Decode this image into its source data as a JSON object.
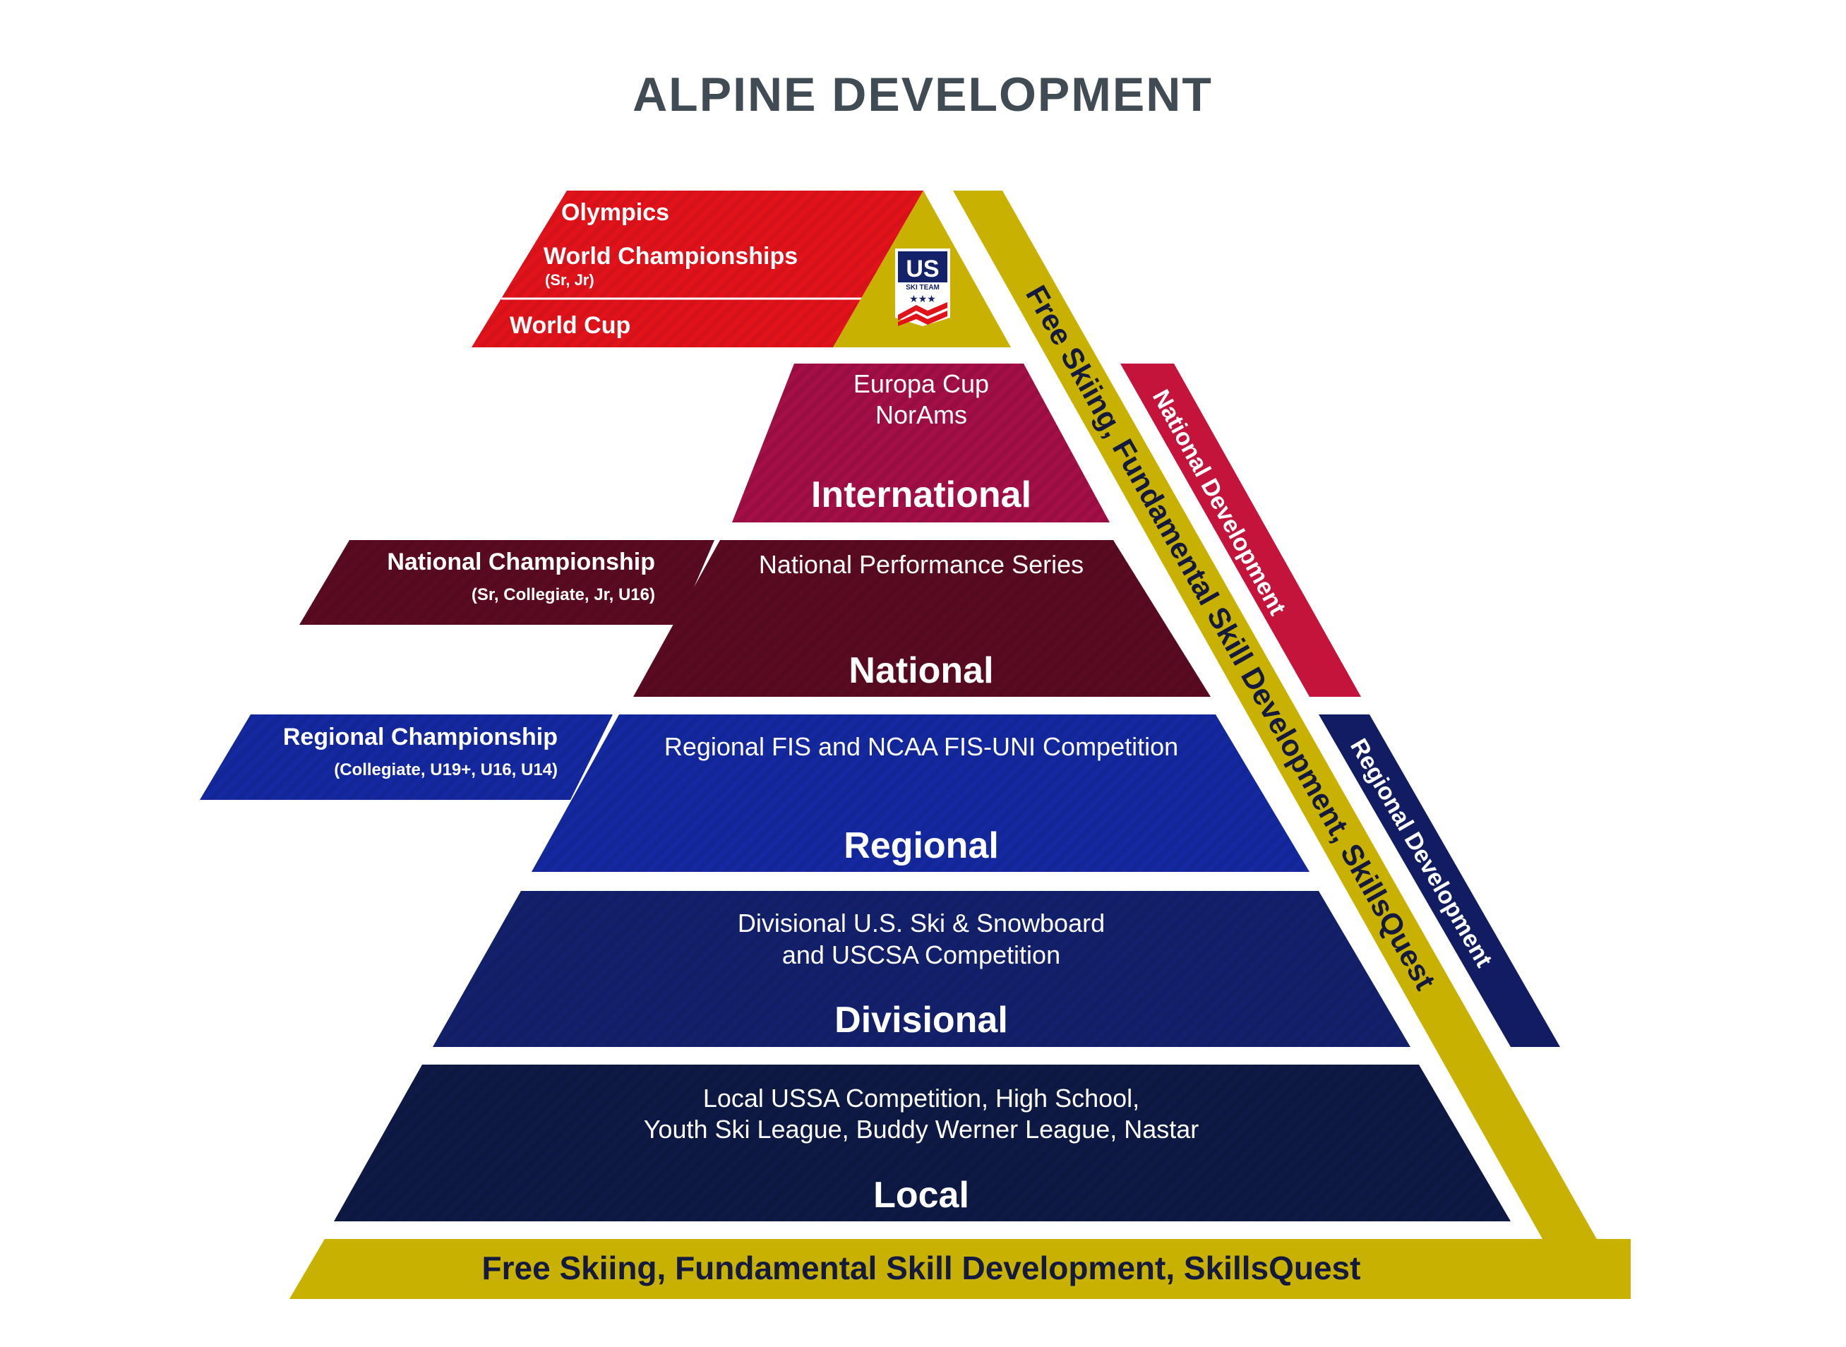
{
  "title": "ALPINE DEVELOPMENT",
  "colors": {
    "elite_red": "#e2121b",
    "international": "#a30f46",
    "national": "#5a0b21",
    "regional": "#1428a0",
    "divisional": "#13216c",
    "local": "#0e1a45",
    "gold": "#c8b100",
    "national_dev": "#c4143b",
    "regional_dev": "#121c63",
    "title_gray": "#414b53"
  },
  "elite": {
    "olympics": "Olympics",
    "world_championships": "World Championships",
    "world_championships_sub": "(Sr, Jr)",
    "world_cup": "World Cup"
  },
  "logo": {
    "us": "US",
    "ski_team": "SKI TEAM",
    "stars": "★★★"
  },
  "levels": {
    "international": {
      "label": "International",
      "line1": "Europa Cup",
      "line2": "NorAms"
    },
    "national": {
      "label": "National",
      "line1": "National Performance Series"
    },
    "regional": {
      "label": "Regional",
      "line1": "Regional FIS and NCAA FIS-UNI Competition"
    },
    "divisional": {
      "label": "Divisional",
      "line1": "Divisional U.S. Ski & Snowboard",
      "line2": "and USCSA Competition"
    },
    "local": {
      "label": "Local",
      "line1": "Local USSA Competition, High School,",
      "line2": "Youth Ski League, Buddy Werner League, Nastar"
    }
  },
  "side_tags": {
    "national_championship": "National Championship",
    "national_championship_sub": "(Sr, Collegiate, Jr, U16)",
    "regional_championship": "Regional Championship",
    "regional_championship_sub": "(Collegiate, U19+, U16, U14)"
  },
  "bands": {
    "free_skiing": "Free Skiing, Fundamental Skill Development, SkillsQuest",
    "national_development": "National Development",
    "regional_development": "Regional Development"
  }
}
